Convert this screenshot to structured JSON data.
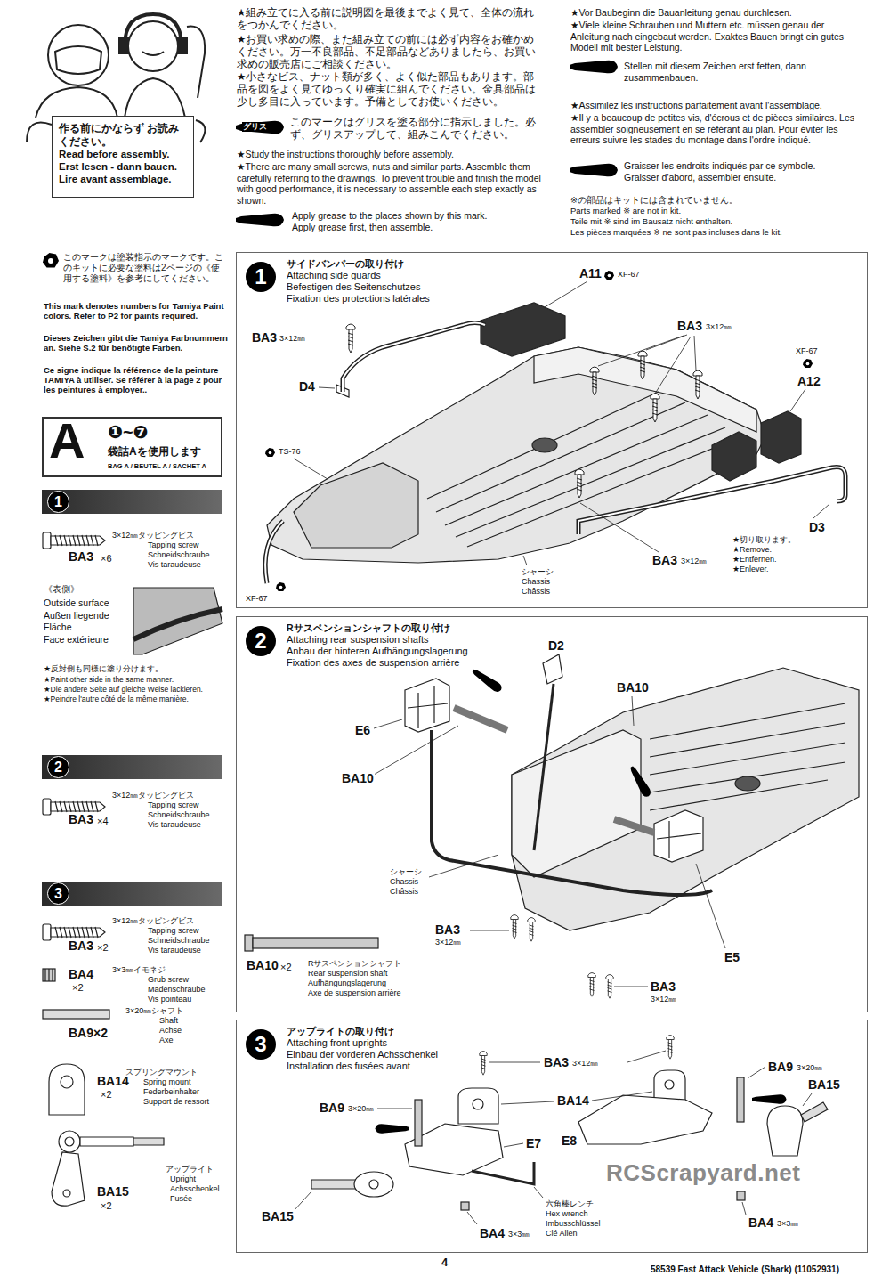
{
  "diagram": {
    "nodes": [
      {
        "text": [
          "作る前にかならず お読みください。",
          "Read before assembly.",
          "Erst lesen - dann bauen.",
          "Lire avant assemblage."
        ]
      },
      {
        "text": [
          "A",
          "❶~❼",
          "袋詰Aを使用します",
          "BAG A / BEUTEL A / SACHET A"
        ]
      },
      {
        "text": [
          "1"
        ]
      },
      {
        "text": [
          "2"
        ]
      },
      {
        "text": [
          "3"
        ]
      },
      {
        "text": [
          "1",
          "サイドバンパーの取り付け",
          "Attaching side guards",
          "Befestigen des Seitenschutzes",
          "Fixation des protections latérales"
        ]
      },
      {
        "text": [
          "2",
          "Rサスペンションシャフトの取り付け",
          "Attaching rear suspension shafts",
          "Anbau der hinteren Aufhängungslagerung",
          "Fixation des axes de suspension arrière"
        ]
      },
      {
        "text": [
          "3",
          "アップライトの取り付け",
          "Attaching front uprights",
          "Einbau der vorderen Achsschenkel",
          "Installation des fusées avant"
        ]
      }
    ],
    "labels": [
      "★組み立てに入る前に説明図を最後までよく見て、全体の流れをつかんでください。",
      "★お買い求めの際、また組み立ての前には必ず内容をお確かめください。万一不良部品、不足部品などありましたら、お買い求めの販売店にご相談ください。",
      "★小さなビス、ナット類が多く、よく似た部品もあります。部品を図をよく見てゆっくり確実に組んでください。金具部品は少し多目に入っています。予備としてお使いください。",
      "グリス",
      "このマークはグリスを塗る部分に指示しました。必ず、グリスアップして、組みこんでください。",
      "★Study the instructions thoroughly before assembly.",
      "★There are many small screws, nuts and similar parts. Assemble them carefully referring to the drawings. To prevent trouble and finish the model with good performance, it is necessary to assemble each step exactly as shown.",
      "Apply grease to the places shown by this mark.",
      "Apply grease first, then assemble.",
      "★Vor Baubeginn die Bauanleitung genau durchlesen.",
      "★Viele kleine Schrauben und Muttern etc. müssen genau der Anleitung nach eingebaut werden. Exaktes Bauen bringt ein gutes Modell mit bester Leistung.",
      "Stellen mit diesem Zeichen erst fetten, dann zusammenbauen.",
      "★Assimilez les instructions parfaitement avant l'assemblage.",
      "★Il y a beaucoup de petites vis, d'écrous et de pièces similaires. Les assembler soigneusement en se référant au plan. Pour éviter les erreurs suivre les stades du montage dans l'ordre indiqué.",
      "Graisser les endroits indiqués par ce symbole.",
      "Graisser d'abord, assembler ensuite.",
      "※の部品はキットには含まれていません。",
      "Parts marked ※ are not in kit.",
      "Teile mit ※ sind im Bausatz nicht enthalten.",
      "Les pièces marquées ※ ne sont pas incluses dans le kit.",
      "このマークは塗装指示のマークです。このキットに必要な塗料は2ページの《使用する塗料》を参考にしてください。",
      "This mark denotes numbers for Tamiya Paint colors. Refer to P2 for paints required.",
      "Dieses Zeichen gibt die Tamiya Farbnummern an. Siehe S.2 für benötigte Farben.",
      "Ce signe indique la référence de la peinture TAMIYA à utiliser. Se référer à la page 2 pour les peintures à employer..",
      "3×12㎜タッピングビス",
      "Tapping screw",
      "Schneidschraube",
      "Vis taraudeuse",
      "BA3",
      "×6",
      "《表側》",
      "Outside surface",
      "Außen liegende Fläche",
      "Face extérieure",
      "★反対側も同様に塗り分けます。",
      "★Paint other side in the same manner.",
      "★Die andere Seite auf gleiche Weise lackieren.",
      "★Peindre l'autre côté de la même manière.",
      "3×12㎜タッピングビス",
      "Tapping screw",
      "Schneidschraube",
      "Vis taraudeuse",
      "BA3",
      "×4",
      "3×12㎜タッピングビス",
      "Tapping screw",
      "Schneidschraube",
      "Vis taraudeuse",
      "BA3",
      "×2",
      "BA4",
      "×2",
      "3×3㎜イモネジ",
      "Grub screw",
      "Madenschraube",
      "Vis pointeau",
      "BA9×2",
      "3×20㎜シャフト",
      "Shaft",
      "Achse",
      "Axe",
      "BA14",
      "×2",
      "スプリングマウント",
      "Spring mount",
      "Federbeinhalter",
      "Support de ressort",
      "BA15",
      "×2",
      "アップライト",
      "Upright",
      "Achsschenkel",
      "Fusée",
      "A11",
      "XF-67",
      "BA3",
      "3×12㎜",
      "D4",
      "BA3",
      "3×12㎜",
      "XF-67",
      "A12",
      "TS-76",
      "D3",
      "★切り取ります。",
      "★Remove.",
      "★Entfernen.",
      "★Enlever.",
      "BA3",
      "3×12㎜",
      "シャーシ",
      "Chassis",
      "Châssis",
      "XF-67",
      "D2",
      "BA10",
      "E6",
      "BA10",
      "シャーシ",
      "Chassis",
      "Châssis",
      "BA3",
      "3×12㎜",
      "E5",
      "BA3",
      "3×12㎜",
      "BA10",
      "×2",
      "Rサスペンションシャフト",
      "Rear suspension shaft",
      "Aufhängungslagerung",
      "Axe de suspension arrière",
      "BA3",
      "3×12㎜",
      "BA9",
      "3×20㎜",
      "BA9",
      "3×20㎜",
      "BA14",
      "BA15",
      "E7",
      "E8",
      "BA15",
      "六角棒レンチ",
      "Hex wrench",
      "Imbusschlüssel",
      "Clé Allen",
      "BA4",
      "3×3㎜",
      "BA4",
      "3×3㎜",
      "4",
      "58539 Fast Attack Vehicle (Shark) (11052931)",
      "RCScrapyard.net"
    ]
  }
}
